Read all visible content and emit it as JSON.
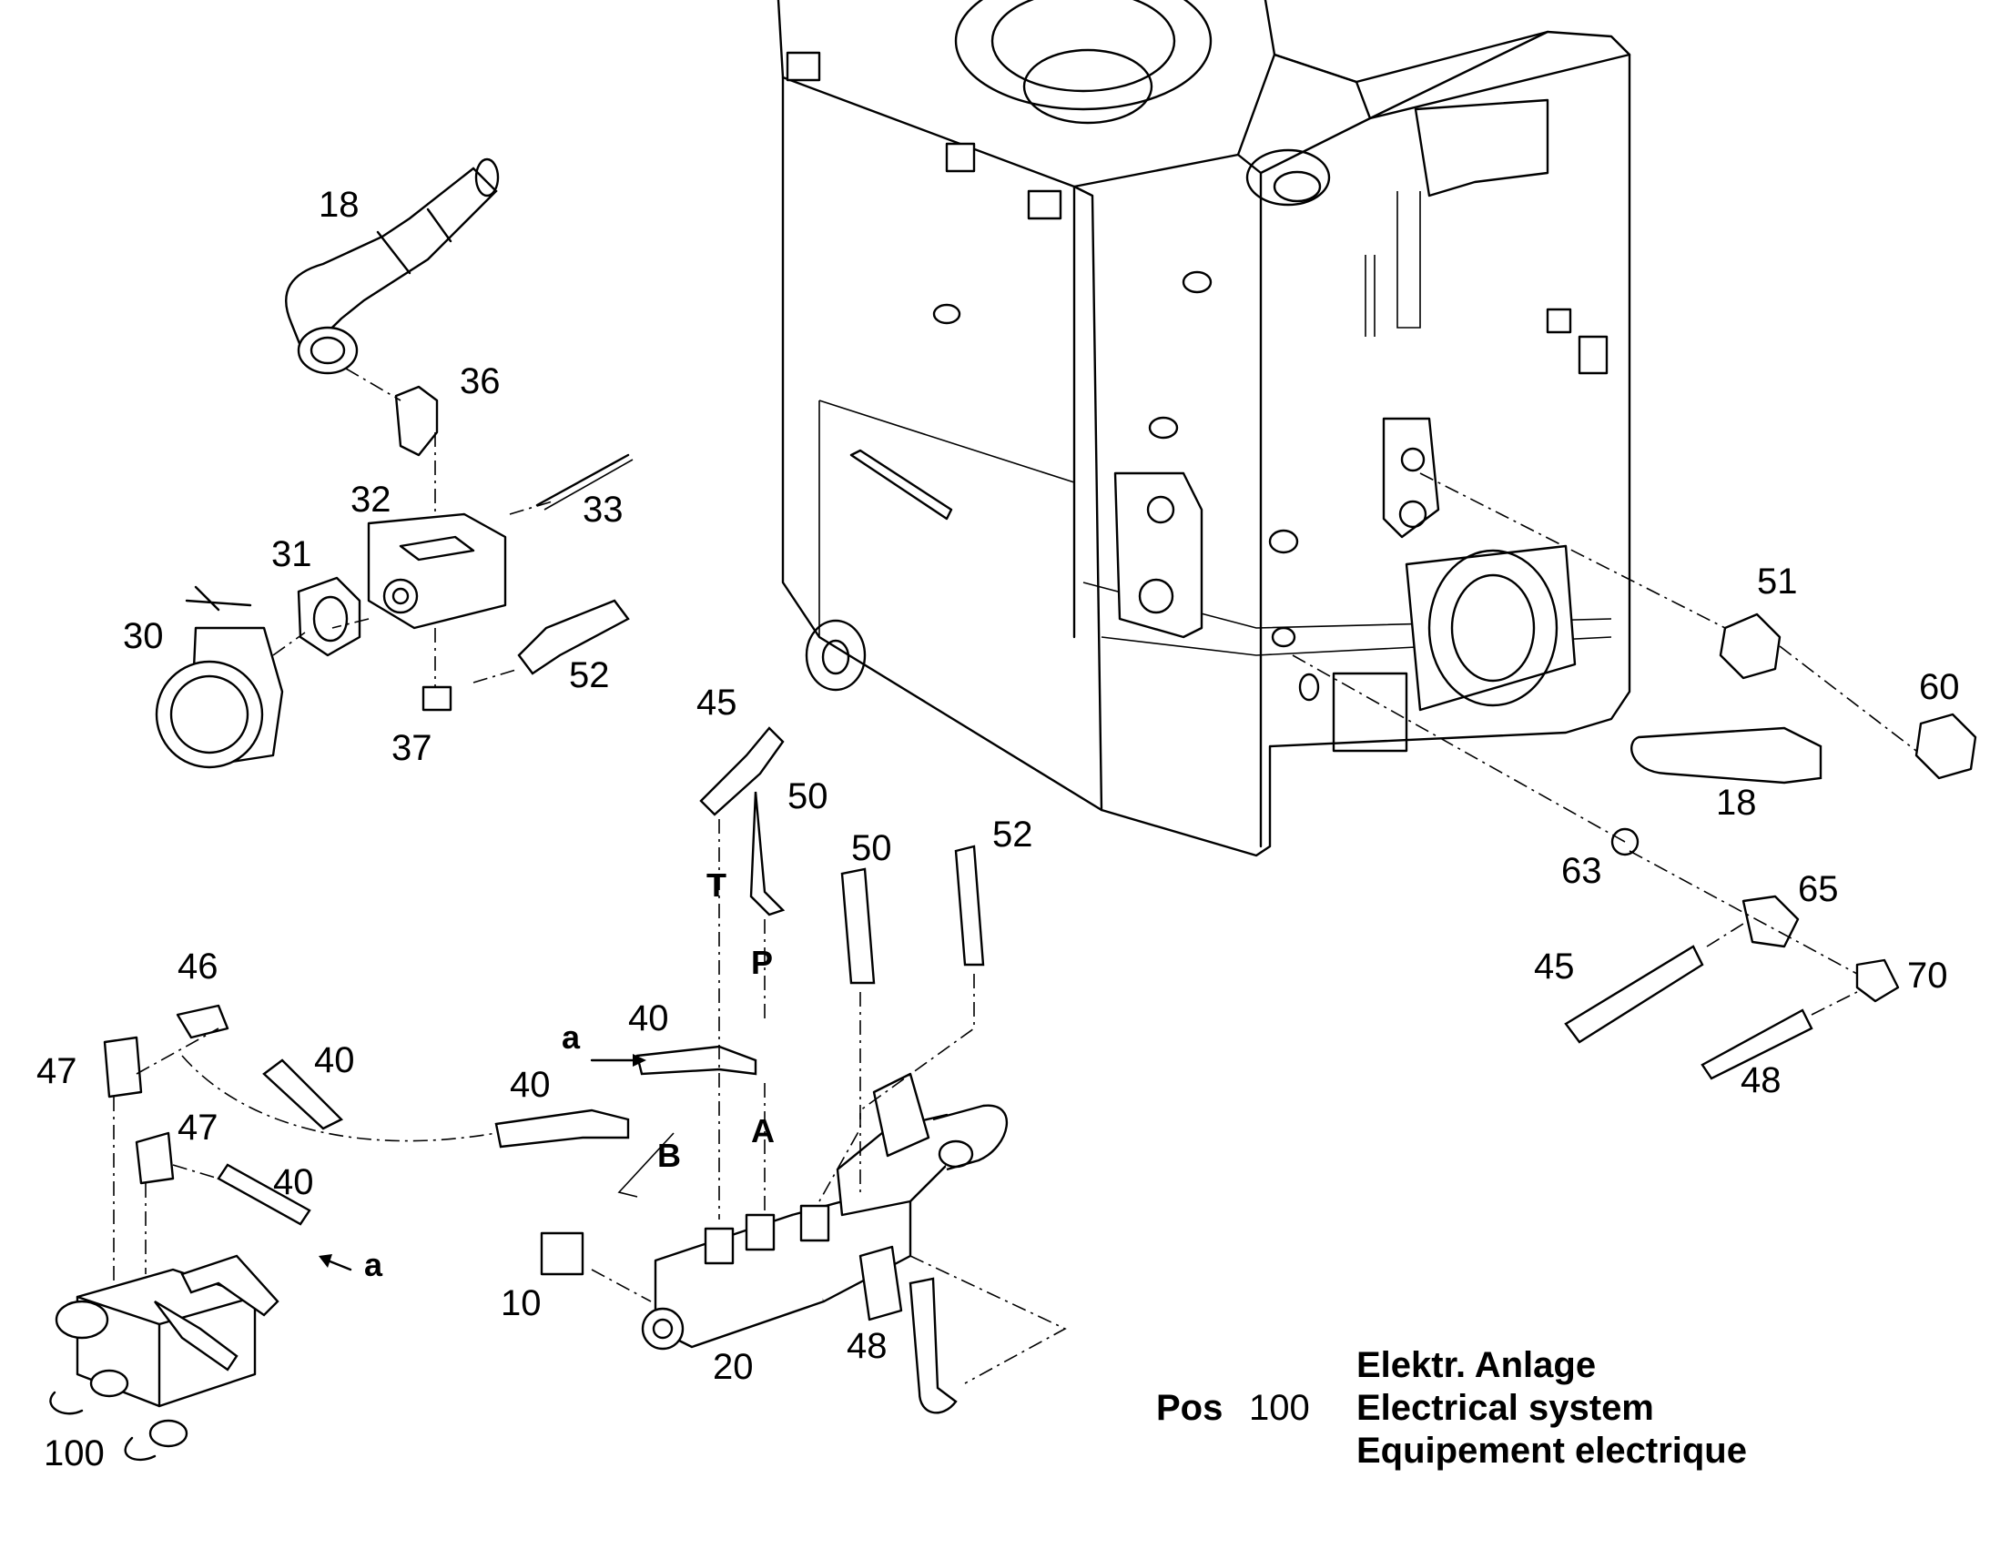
{
  "diagram": {
    "callouts": {
      "c18a": "18",
      "c36": "36",
      "c32": "32",
      "c33": "33",
      "c31": "31",
      "c30": "30",
      "c52a": "52",
      "c37": "37",
      "c45a": "45",
      "c50a": "50",
      "c50b": "50",
      "c52b": "52",
      "c46": "46",
      "c47a": "47",
      "c40a": "40",
      "c40b": "40",
      "c40c": "40",
      "c47b": "47",
      "c40d": "40",
      "c10": "10",
      "c20": "20",
      "c48a": "48",
      "c100": "100",
      "c51": "51",
      "c60": "60",
      "c18b": "18",
      "c63": "63",
      "c65": "65",
      "c45b": "45",
      "c70": "70",
      "c48b": "48"
    },
    "ports": {
      "t": "T",
      "p": "P",
      "a_port": "A",
      "b_port": "B",
      "a_in1": "a",
      "a_in2": "a"
    },
    "legend": {
      "pos_label": "Pos",
      "pos_number": "100",
      "line_de": "Elektr. Anlage",
      "line_en": "Electrical system",
      "line_fr": "Equipement electrique"
    }
  }
}
